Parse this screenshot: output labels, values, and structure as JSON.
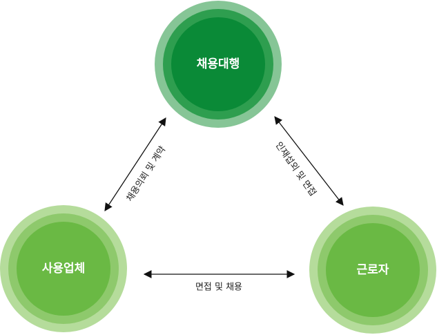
{
  "nodes": {
    "agency": {
      "label": "채용대행",
      "colors": {
        "outer": "#86c596",
        "middle": "#2e9e4f",
        "inner": "#0a8a37"
      }
    },
    "company": {
      "label": "사용업체",
      "colors": {
        "outer": "#b5dc9b",
        "middle": "#8ec96c",
        "inner": "#6ab944"
      }
    },
    "worker": {
      "label": "근로자",
      "colors": {
        "outer": "#b5dc9b",
        "middle": "#8ec96c",
        "inner": "#6ab944"
      }
    }
  },
  "edges": {
    "agency_company": {
      "label": "채용의뢰 및 계약"
    },
    "agency_worker": {
      "label": "인재섭외 및 면접"
    },
    "company_worker": {
      "label": "면접 및 채용"
    }
  },
  "arrow_color": "#111111"
}
